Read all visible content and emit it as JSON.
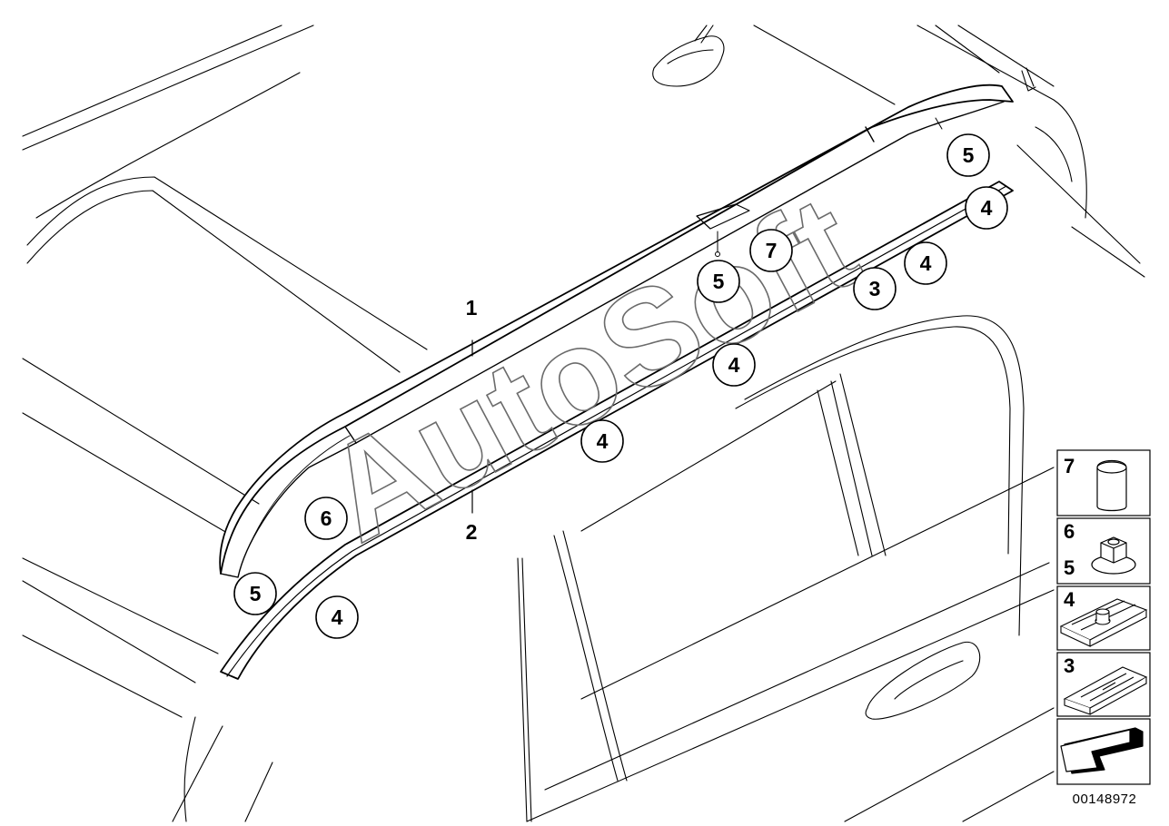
{
  "diagram_number": "00148972",
  "watermark_text": "AutoSoft",
  "callouts": [
    {
      "id": "c-5-top-right",
      "label": "5"
    },
    {
      "id": "c-4-far-right",
      "label": "4"
    },
    {
      "id": "c-7-center",
      "label": "7"
    },
    {
      "id": "c-4-right",
      "label": "4"
    },
    {
      "id": "c-3-right",
      "label": "3"
    },
    {
      "id": "c-5-center",
      "label": "5"
    },
    {
      "id": "c-4-middle",
      "label": "4"
    },
    {
      "id": "c-4-lower-middle",
      "label": "4"
    },
    {
      "id": "c-6-left",
      "label": "6"
    },
    {
      "id": "c-5-bottom-left",
      "label": "5"
    },
    {
      "id": "c-4-bottom-left",
      "label": "4"
    }
  ],
  "plain_labels": [
    {
      "id": "label-1",
      "label": "1"
    },
    {
      "id": "label-2",
      "label": "2"
    }
  ],
  "legend": [
    {
      "id": "legend-7",
      "numbers": [
        "7"
      ],
      "icon": "cap-icon"
    },
    {
      "id": "legend-6-5",
      "numbers": [
        "6",
        "5"
      ],
      "icon": "hex-nut-icon"
    },
    {
      "id": "legend-4",
      "numbers": [
        "4"
      ],
      "icon": "clip-with-nut-icon"
    },
    {
      "id": "legend-3",
      "numbers": [
        "3"
      ],
      "icon": "clip-icon"
    },
    {
      "id": "legend-arrow",
      "numbers": [],
      "icon": "direction-arrow-icon"
    }
  ]
}
